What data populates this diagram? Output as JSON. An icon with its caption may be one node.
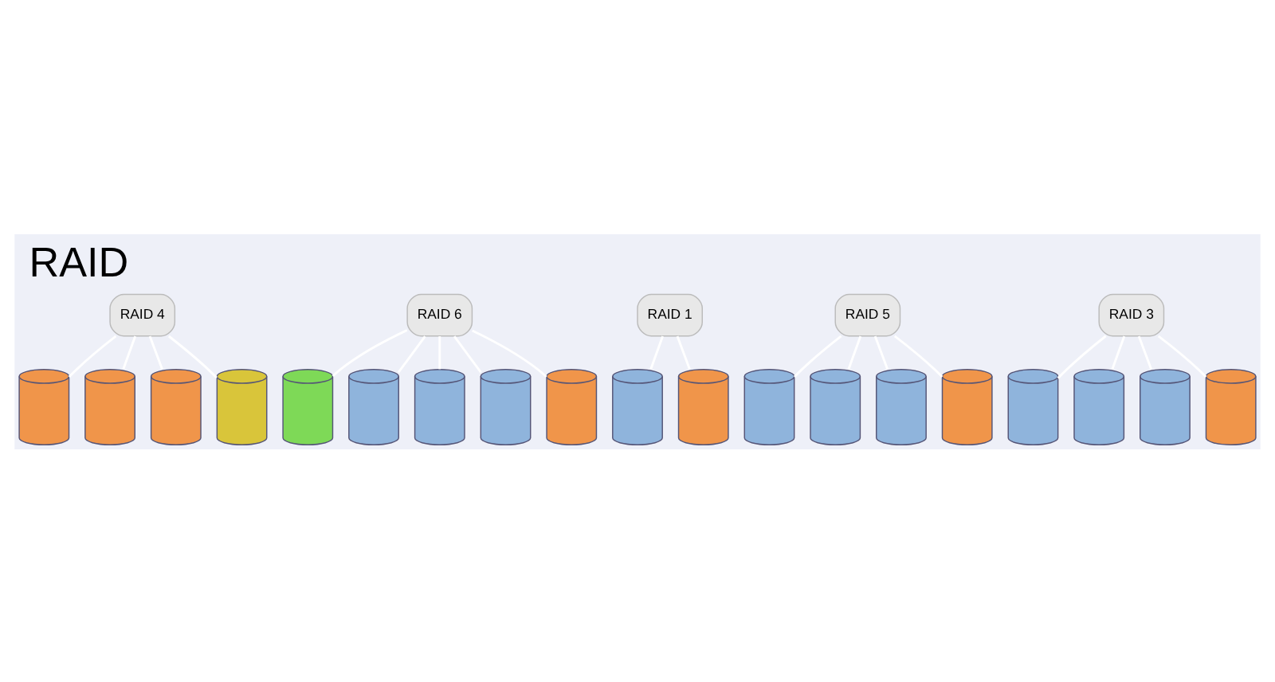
{
  "diagram": {
    "title": "RAID",
    "nodes": [
      {
        "text": [
          "RAID 4"
        ]
      },
      {
        "text": [],
        "shape": "cylinder"
      },
      {
        "text": [],
        "shape": "cylinder"
      },
      {
        "text": [],
        "shape": "cylinder"
      },
      {
        "text": [],
        "shape": "cylinder"
      },
      {
        "text": [
          "RAID 6"
        ]
      },
      {
        "text": [],
        "shape": "cylinder"
      },
      {
        "text": [],
        "shape": "cylinder"
      },
      {
        "text": [],
        "shape": "cylinder"
      },
      {
        "text": [],
        "shape": "cylinder"
      },
      {
        "text": [],
        "shape": "cylinder"
      },
      {
        "text": [
          "RAID 1"
        ]
      },
      {
        "text": [],
        "shape": "cylinder"
      },
      {
        "text": [],
        "shape": "cylinder"
      },
      {
        "text": [
          "RAID 5"
        ]
      },
      {
        "text": [],
        "shape": "cylinder"
      },
      {
        "text": [],
        "shape": "cylinder"
      },
      {
        "text": [],
        "shape": "cylinder"
      },
      {
        "text": [],
        "shape": "cylinder"
      },
      {
        "text": [
          "RAID 3"
        ]
      },
      {
        "text": [],
        "shape": "cylinder"
      },
      {
        "text": [],
        "shape": "cylinder"
      },
      {
        "text": [],
        "shape": "cylinder"
      },
      {
        "text": [],
        "shape": "cylinder"
      }
    ],
    "edges": [
      {
        "from": 0,
        "to": 1,
        "arrow": "none"
      },
      {
        "from": 0,
        "to": 2,
        "arrow": "none"
      },
      {
        "from": 0,
        "to": 3,
        "arrow": "none"
      },
      {
        "from": 0,
        "to": 4,
        "arrow": "none"
      },
      {
        "from": 5,
        "to": 6,
        "arrow": "none"
      },
      {
        "from": 5,
        "to": 7,
        "arrow": "none"
      },
      {
        "from": 5,
        "to": 8,
        "arrow": "none"
      },
      {
        "from": 5,
        "to": 9,
        "arrow": "none"
      },
      {
        "from": 5,
        "to": 10,
        "arrow": "none"
      },
      {
        "from": 11,
        "to": 12,
        "arrow": "none"
      },
      {
        "from": 11,
        "to": 13,
        "arrow": "none"
      },
      {
        "from": 14,
        "to": 15,
        "arrow": "none"
      },
      {
        "from": 14,
        "to": 16,
        "arrow": "none"
      },
      {
        "from": 14,
        "to": 17,
        "arrow": "none"
      },
      {
        "from": 14,
        "to": 18,
        "arrow": "none"
      },
      {
        "from": 19,
        "to": 20,
        "arrow": "none"
      },
      {
        "from": 19,
        "to": 21,
        "arrow": "none"
      },
      {
        "from": 19,
        "to": 22,
        "arrow": "none"
      },
      {
        "from": 19,
        "to": 23,
        "arrow": "none"
      }
    ]
  }
}
